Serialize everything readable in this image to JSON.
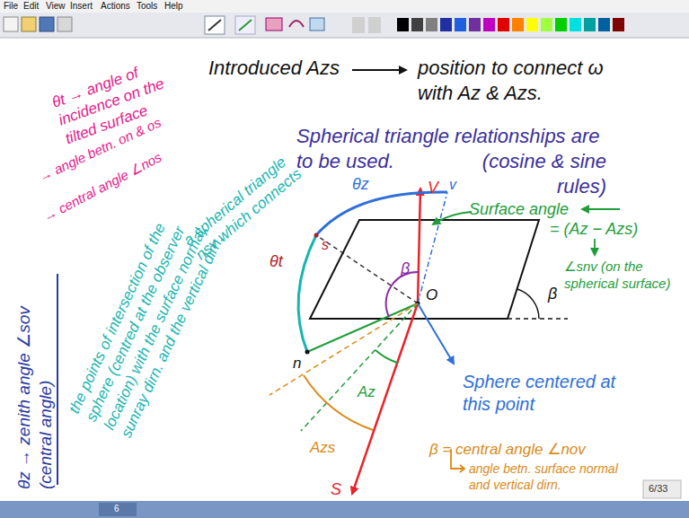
{
  "diagram": {
    "labels": [
      "File",
      "Edit",
      "View",
      "Insert",
      "Actions",
      "Tools",
      "Help",
      "Introduced Azs",
      "position to connect ω with Az & Azs.",
      "θt → angle of incidence on the tilted surface",
      "→ angle betn. on & os",
      "→ central angle ∠nos",
      "Spherical triangle relationships are to be used.",
      "(cosine & sine rules)",
      "θz",
      "V",
      "v",
      "θt",
      "s",
      "n",
      "β",
      "O",
      "β",
      "Az",
      "Azs",
      "S",
      "Surface angle",
      "= (Az − Azs)",
      "∠snv (on the spherical surface)",
      "Sphere centered at this point",
      "β = central angle ∠nov",
      "angle betn. surface normal and vertical dirn.",
      "a spherical triangle nsv which connects",
      "the points of intersection of the sphere (centred at the observer location) with the surface normal, sunray dirn. and the vertical dirn.",
      "θz → zenith angle ∠sov (central angle)",
      "6/33",
      "6"
    ]
  }
}
